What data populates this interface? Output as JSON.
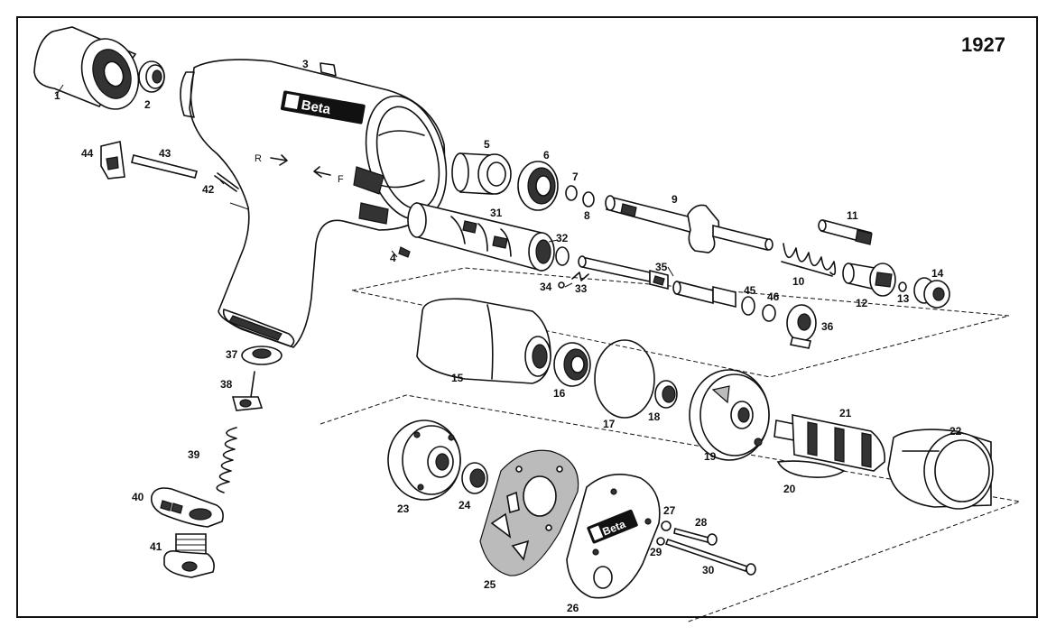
{
  "model_number": "1927",
  "brand": "Beta",
  "housing_markings": {
    "reverse": "R",
    "forward": "F"
  },
  "part_labels": [
    "1",
    "2",
    "3",
    "4",
    "5",
    "6",
    "7",
    "8",
    "9",
    "10",
    "11",
    "12",
    "13",
    "14",
    "15",
    "16",
    "17",
    "18",
    "19",
    "20",
    "21",
    "22",
    "23",
    "24",
    "25",
    "26",
    "27",
    "28",
    "29",
    "30",
    "31",
    "32",
    "33",
    "34",
    "35",
    "36",
    "37",
    "38",
    "39",
    "40",
    "41",
    "42",
    "43",
    "44",
    "45",
    "46"
  ],
  "colors": {
    "ink": "#111111",
    "paper": "#ffffff"
  }
}
